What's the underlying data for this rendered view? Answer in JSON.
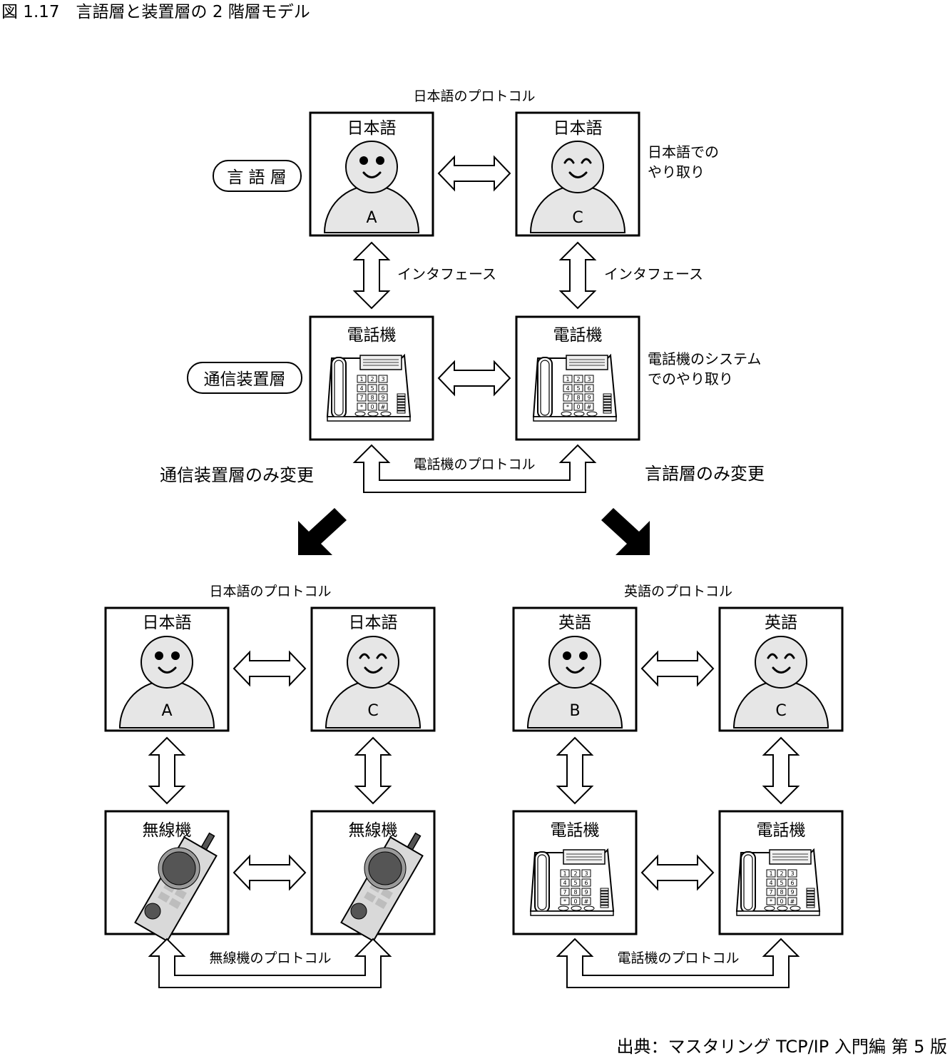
{
  "caption": "図 1.17　言語層と装置層の 2 階層モデル",
  "source": "出典：マスタリング TCP/IP 入門編 第 5 版",
  "top": {
    "protocol_lang": "日本語のプロトコル",
    "protocol_phone": "電話機のプロトコル",
    "layer_lang": "言 語 層",
    "layer_device": "通信装置層",
    "interface_left": "インタフェース",
    "interface_right": "インタフェース",
    "note_lang": [
      "日本語での",
      "やり取り"
    ],
    "note_device": [
      "電話機のシステム",
      "でのやり取り"
    ],
    "person_a": {
      "title": "日本語",
      "letter": "A"
    },
    "person_c": {
      "title": "日本語",
      "letter": "C"
    },
    "device_left": "電話機",
    "device_right": "電話機"
  },
  "change_device_only": "通信装置層のみ変更",
  "change_lang_only": "言語層のみ変更",
  "bottom_left": {
    "protocol_lang": "日本語のプロトコル",
    "protocol_device": "無線機のプロトコル",
    "person_a": {
      "title": "日本語",
      "letter": "A"
    },
    "person_c": {
      "title": "日本語",
      "letter": "C"
    },
    "device_left": "無線機",
    "device_right": "無線機"
  },
  "bottom_right": {
    "protocol_lang": "英語のプロトコル",
    "protocol_device": "電話機のプロトコル",
    "person_b": {
      "title": "英語",
      "letter": "B"
    },
    "person_c": {
      "title": "英語",
      "letter": "C"
    },
    "device_left": "電話機",
    "device_right": "電話機"
  },
  "colors": {
    "face_fill": "#e6e6e6",
    "radio_dark": "#555555",
    "radio_ring": "#9a9a9a"
  }
}
